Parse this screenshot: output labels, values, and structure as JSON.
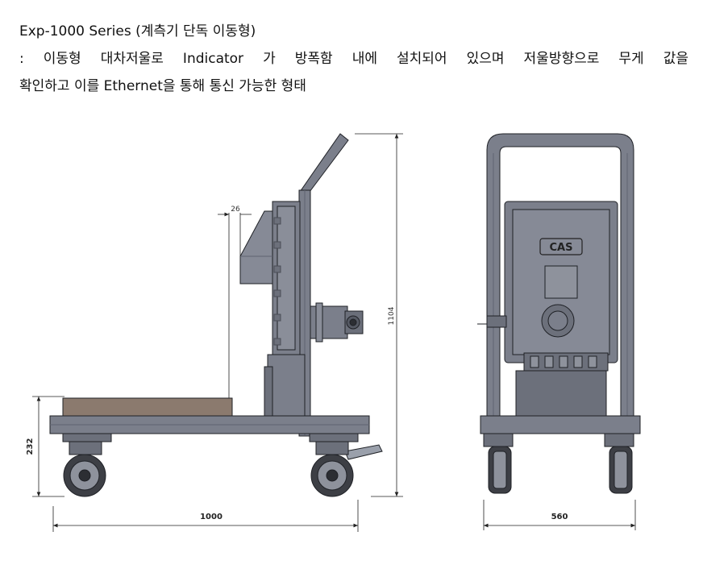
{
  "description": {
    "title": "Exp-1000 Series (계측기 단독 이동형)",
    "line2": ": 이동형 대차저울로 Indicator 가 방폭함 내에 설치되어 있으며 저울방향으로 무게 값을",
    "line3": "확인하고 이를 Ethernet을 통해 통신 가능한 형태"
  },
  "side_view": {
    "dim_width": "1000",
    "dim_height": "1104",
    "dim_deck": "232",
    "dim_offset": "26"
  },
  "front_view": {
    "dim_width": "560",
    "logo": "CAS"
  },
  "colors": {
    "steel": "#7b7f8b",
    "steel_dark": "#5f6370",
    "steel_light": "#9aa0ab",
    "deck_top": "#8b7a6e",
    "wheel": "#3d3f45",
    "outline": "#1f2126"
  }
}
